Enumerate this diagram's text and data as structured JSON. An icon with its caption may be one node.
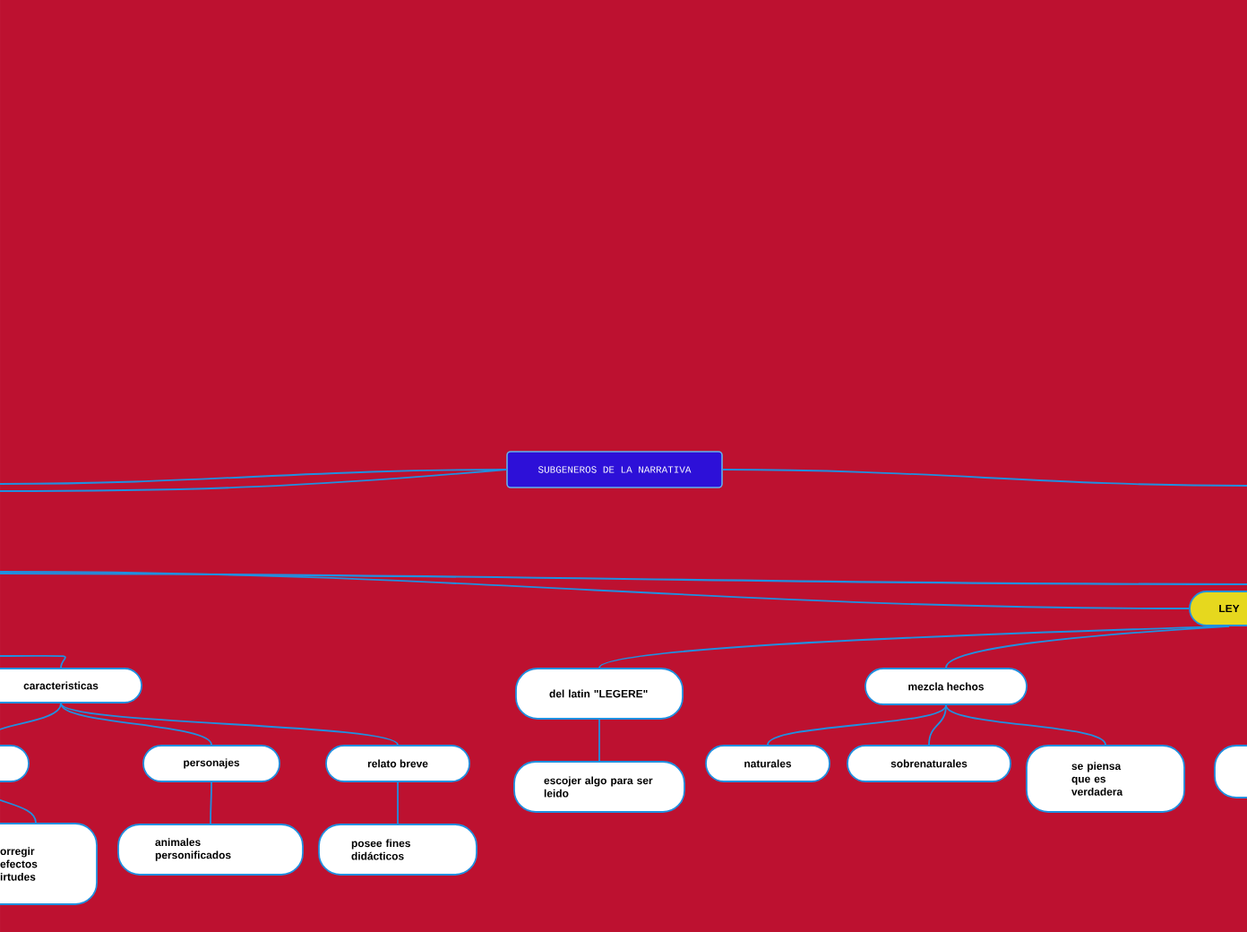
{
  "diagram": {
    "nodes": [
      {
        "text": [
          "SUBGENEROS DE LA NARRATIVA"
        ]
      },
      {
        "text": [
          "caracteristicas"
        ]
      },
      {
        "text": [],
        "shape": "box"
      },
      {
        "text": [
          "personajes"
        ]
      },
      {
        "text": [
          "relato breve"
        ]
      },
      {
        "text": [
          "orregir efectos irtudes"
        ]
      },
      {
        "text": [
          "animales personificados"
        ]
      },
      {
        "text": [
          "posee fines didácticos"
        ]
      },
      {
        "text": [
          "del latin \"LEGERE\""
        ]
      },
      {
        "text": [
          "escojer algo para ser leido"
        ]
      },
      {
        "text": [
          "LEY"
        ]
      },
      {
        "text": [
          "mezcla hechos"
        ]
      },
      {
        "text": [
          "naturales"
        ]
      },
      {
        "text": [
          "sobrenaturales"
        ]
      },
      {
        "text": [
          "se piensa que es verdadera"
        ]
      },
      {
        "text": [],
        "shape": "box"
      }
    ],
    "edges": [
      {
        "from": 0,
        "to": null,
        "arrow": "none"
      },
      {
        "from": 0,
        "to": null,
        "arrow": "none"
      },
      {
        "from": 0,
        "to": null,
        "arrow": "none"
      },
      {
        "from": null,
        "to": 10,
        "arrow": "none"
      },
      {
        "from": null,
        "to": 1,
        "arrow": "none"
      },
      {
        "from": 10,
        "to": 8,
        "arrow": "none"
      },
      {
        "from": 10,
        "to": 11,
        "arrow": "none"
      },
      {
        "from": 1,
        "to": 2,
        "arrow": "none"
      },
      {
        "from": 1,
        "to": 3,
        "arrow": "none"
      },
      {
        "from": 1,
        "to": 4,
        "arrow": "none"
      },
      {
        "from": 2,
        "to": 5,
        "arrow": "none"
      },
      {
        "from": 3,
        "to": 6,
        "arrow": "none"
      },
      {
        "from": 4,
        "to": 7,
        "arrow": "none"
      },
      {
        "from": 8,
        "to": 9,
        "arrow": "none"
      },
      {
        "from": 11,
        "to": 12,
        "arrow": "none"
      },
      {
        "from": 11,
        "to": 13,
        "arrow": "none"
      },
      {
        "from": 11,
        "to": 14,
        "arrow": "none"
      }
    ]
  }
}
